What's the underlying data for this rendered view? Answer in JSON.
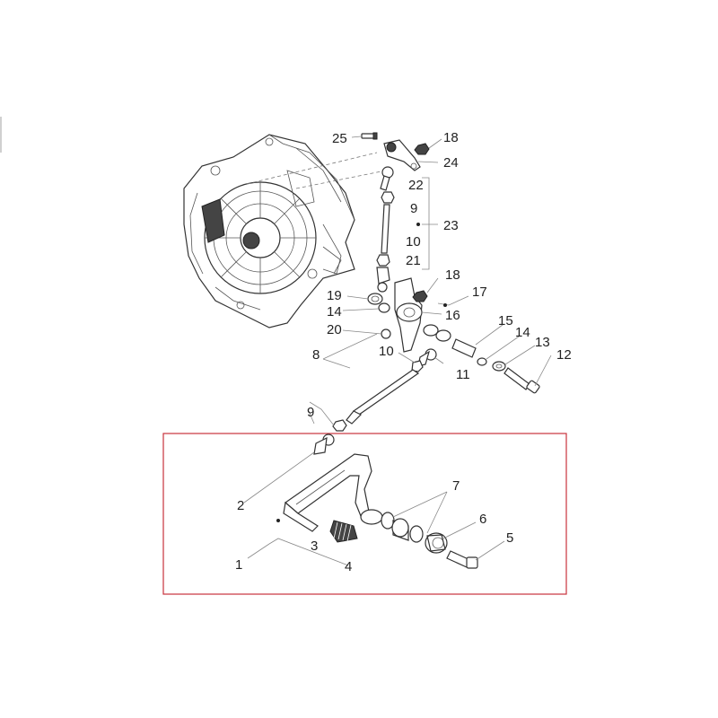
{
  "diagram": {
    "callouts": [
      {
        "id": "c25",
        "label": "25"
      },
      {
        "id": "c18a",
        "label": "18"
      },
      {
        "id": "c24",
        "label": "24"
      },
      {
        "id": "c22",
        "label": "22"
      },
      {
        "id": "c9a",
        "label": "9"
      },
      {
        "id": "c23",
        "label": "23"
      },
      {
        "id": "c10a",
        "label": "10"
      },
      {
        "id": "c21",
        "label": "21"
      },
      {
        "id": "c18b",
        "label": "18"
      },
      {
        "id": "c17",
        "label": "17"
      },
      {
        "id": "c19",
        "label": "19"
      },
      {
        "id": "c14a",
        "label": "14"
      },
      {
        "id": "c16",
        "label": "16"
      },
      {
        "id": "c15",
        "label": "15"
      },
      {
        "id": "c14b",
        "label": "14"
      },
      {
        "id": "c13",
        "label": "13"
      },
      {
        "id": "c20",
        "label": "20"
      },
      {
        "id": "c8",
        "label": "8"
      },
      {
        "id": "c10b",
        "label": "10"
      },
      {
        "id": "c11",
        "label": "11"
      },
      {
        "id": "c12",
        "label": "12"
      },
      {
        "id": "c9b",
        "label": "9"
      },
      {
        "id": "c7",
        "label": "7"
      },
      {
        "id": "c2",
        "label": "2"
      },
      {
        "id": "c6",
        "label": "6"
      },
      {
        "id": "c5",
        "label": "5"
      },
      {
        "id": "c3",
        "label": "3"
      },
      {
        "id": "c1",
        "label": "1"
      },
      {
        "id": "c4",
        "label": "4"
      }
    ],
    "highlight_color": "#c8323c"
  }
}
